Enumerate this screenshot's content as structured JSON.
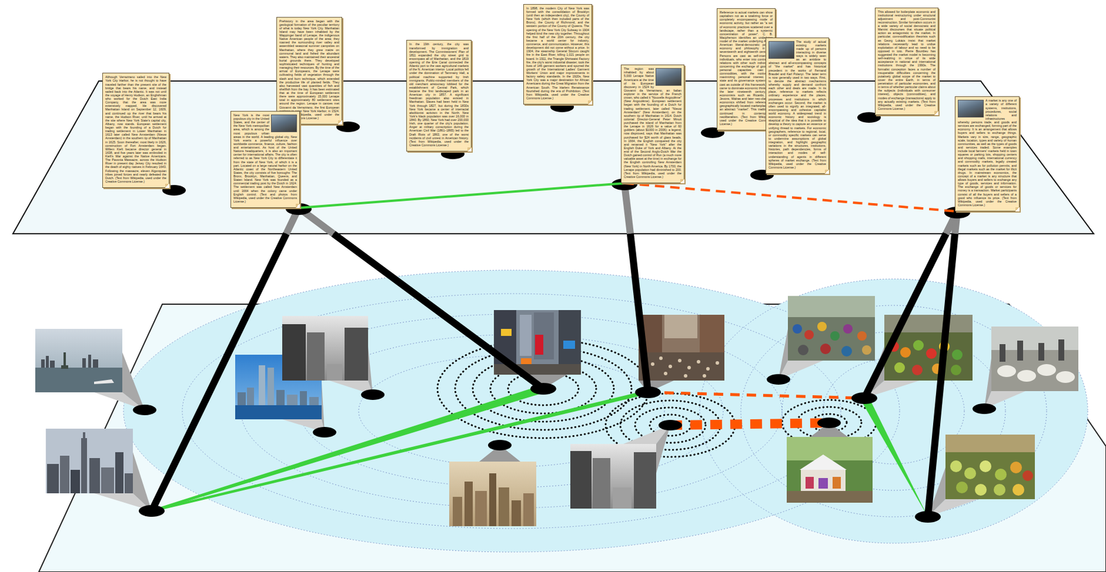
{
  "diagram": {
    "nodes": [
      {
        "text": [
          "Although Verrazzano sailed into the New York City Harbor, he is not thought to have traveled farther than the present site of the bridge that bears his name, and instead sailed back into the Atlantic. It was not until the voyage of Henry Hudson, an Englishman who worked for the Dutch East India Company, that the area was more extensively mapped. He discovered Manhattan Island on September 12, 1609, and continued up the river that bears his name, the Hudson River, until he arrived at the site where New York State's capital city, Albany, now stands. European settlement began with the founding of a Dutch fur trading settlement in Lower Manhattan in 1613 later called New Amsterdam (Nieuw Amsterdam) in the southern tip of Manhattan in 1625. Soon thereafter, most likely in 1626, construction of Fort Amsterdam began. Willem Kieft became director general in 1638, and five years later was embroiled in Kieft's War against the Native Americans. The Pavonia Massacre, across the Hudson River in present day Jersey City resulted in the death of eighty natives in February 1643. Following the massacre, eleven Algonquian tribes joined forces and nearly defeated the Dutch. (Text from Wikipedia, used under the Creative Commons License.)"
        ]
      },
      {
        "text": [
          "New York is the most populous city in the United States, and the center of the New York metropolitan area, which is among the most populous urban areas in the world. A leading global city, New York exerts a powerful influence over worldwide commerce, finance, culture, fashion and entertainment. As host of the United Nations headquarters, it is also an important center for international affairs. The city is often referred to as New York City to differentiate it from the state of New York, of which it is a part. Located on a large natural harbor on the Atlantic coast of the Northeastern United States, the city consists of five boroughs: The Bronx, Brooklyn, Manhattan, Queens, and Staten Island. New York was founded as a commercial trading post by the Dutch in 1624. The settlement was called New Amsterdam until 1664 when the colony came under English control. (Text and photos from Wikipedia, used under the Creative Commons License.)"
        ]
      },
      {
        "text": [
          "Prehistory in the area began with the geological formation of the peculiar territory of what is today New York City. Manhattan Island may have been inhabited by the Wappinger band of Lenape, the indigenous Native American people of the area; they roamed the surrounding river valley and assembled seasonal summer campsites on Manhattan, where they grew maize on communal land and fished the abundant waters. They also maintained their ancestral burial grounds there. They developed sophisticated techniques of hunting and managing their resources. By the time of the arrival of Europeans, the Lenape were cultivating fields of vegetation through the slash and burn technique, which extended the productive life of planted fields. They also harvested vast quantities of fish and shellfish from the bay. It has been estimated that at the time of European settlement there were approximately 15,000 Lenape total in approximately 80 settlement sites around the region. Lenape in canoes met Giovanni da Verrazzano, the first European explorer to enter New York Harbor, in 1524. (Text from Wikipedia, used under the Creative Commons License.)"
        ]
      },
      {
        "text": [
          "In the 19th century, the city was transformed by immigration and development. The Commissioners' Plan of 1811 expanded the city street grid to encompass all of Manhattan, and the 1819 opening of the Erie Canal connected the Atlantic port to the vast agricultural markets of the N. American interior. Local politics fell under the domination of Tammany Hall, a political machine supported by Irish immigrants. Public-minded members of the old merchant aristocracy lobbied for the establishment of Central Park, which became the first landscaped park in an American city in 1857. A significant freedman population also existed in Manhattan. Slaves had been held in New York through 1827, but during the 1830s New York became a center of interracial abolitionist activism in the North. New York's black population was over 16,000 in 1840. By 1860, New York had over 200,000 Irish, one quarter of the city's population. Anger at military conscription during the American Civil War (1861–1865) led to the Draft Riots of 1863, one of the worst incidents of civil unrest in American history. (Text from Wikipedia, used under the Creative Commons License.)"
        ]
      },
      {
        "text": [
          "In 1898, the modern City of New York was formed with the consolidation of Brooklyn (until then an independent city), the County of New York (which then included parts of the Bronx), the County of Richmond, and the western portion of the County of Queens. The opening of the New York City Subway in 1904 helped bind the new city together. Throughout the first half of the 20th century, the city became a world center for industry, commerce, and communication. However, this development did not come without a price. In 1904, the steamship General Slocum caught fire in the East River, killing 1,021 people on board. In 1911, the Triangle Shirtwaist Factory fire, the city's worst industrial disaster, took the lives of 146 garment workers and spurred the growth of the International Ladies' Garment Workers' Union and major improvements in factory safety standards. In the 1920s, New York City was a major destination for African Americans during the Great Migration from the American South. The Harlem Renaissance flourished during the era of Prohibition. (Text from Wikipedia, used under the Creative Commons License.)"
        ]
      },
      {
        "text": [
          "The region was inhabited by about 5,000 Lenape Native Americans at the time of its European discovery in 1524 by Giovanni da Verrazzano, an Italian explorer in the service of the French crown, who called it \"Nouvelle Angoulême\" (New Angoulême). European settlement began with the founding of a Dutch fur trading settlement, later called \"Nieuw Amsterdam\" (New Amsterdam), on the southern tip of Manhattan in 1614. Dutch colonial Director-General Peter Minuit purchased the island of Manhattan from the Lenape in 1626 for a value of 60 guilders (about $1000 in 2006); a legend, now disproved, says that Manhattan was purchased for $24 worth of glass beads. In 1664, the English conquered the city and renamed it \"New York\" after the English Duke of York and Albany. At the end of the Second Anglo-Dutch War the Dutch gained control of Run (a much more valuable asset at the time) in exchange for the English controlling New Amsterdam (New York) in North America. By 1700, the Lenape population had diminished to 200. (Text from Wikipedia, used under the Creative Commons License.)"
        ]
      },
      {
        "text": [
          "Reference to actual markets can show capitalism not as a totalizing force or completely encompassing mode of economic activity, but rather as \"a set of economic practices scattered over a landscape, rather than a systemic concentration of power\". C. B. Macpherson identifies an underlying model of the market underlying Anglo-American liberal-democratic political economy and philosophy in the seventeenth and eighteenth centuries: Persons are cast as self-interested individuals, who enter into contractual relations with other such individuals, concerning the exchange of goods or personal capacities cast as commodities, with the motive of maximizing personal interest. The state and its governance systems are cast as outside of this framework. This came to dominate economic thinking in the later nineteenth century, as economists such as Ricardo, Mill, Jevons, Walras and later neo-classical economics shifted from reference to geographically located marketplaces to an abstract \"market\". This tradition is continued in contemporary neoliberalism. (Text from Wikipedia, used under the Creative Commons License.)"
        ]
      },
      {
        "text": [
          "The study of actual existing markets made up of persons interacting in diverse ways is widely seen as an antidote to abstract and all-encompassing concepts of \"the market\" and has historical precedent in the works of Fernand Braudel and Karl Polanyi. The latter term is now generally used in two ways. First, to denote the abstract mechanisms whereby supply and demand confront each other and deals are made. In its place, reference to markets reflects ordinary experience and the places, processes and institutions in which exchanges occur. Second, the market is often used to signify an integrated, all-encompassing and cohesive capitalist world economy. A widespread trend in economic history and sociology is skeptical of the idea that it is possible to develop a theory to capture an essence or unifying thread to markets. For economic geographers, reference to regional, local, or commodity specific markets can serve to undermine assumptions of global integration, and highlight geographic variations in the structures, institutions, histories, path dependencies, forms of interaction and modes of self-understanding of agents in different spheres of market exchange. (Text from Wikipedia, used under the Creative Commons License.)"
        ]
      },
      {
        "text": [
          "This allowed for boilerplate economic and institutional restructuring under structural adjustment and post-Communist reconstruction. Similar formalism occurs in a wide variety of social democratic and Marxist discourses that situate political action as antagonistic to the market. In particular, commodification theorists such as Georg Lukács insist that market relations necessarily lead to undue exploitation of labour and so need to be opposed in toto. Pierre Bourdieu has suggested the market model is becoming self-realizing in virtue of its wide acceptance in national and international institutions through the 1990s. The formalist conception faces a number of insuperable difficulties concerning the putatively global scope of the market to cover the entire Earth, in terms of penetration of particular economies, and in terms of whether particular claims about the subjects (individuals with consumer interest), objects (commodities), and modes of exchange (transactions) apply to any actually existing markets. (Text from Wikipedia, used under the Creative Commons License.)"
        ]
      },
      {
        "text": [
          "A market is any one of a variety of different systems, institutions, procedures, social relations and infrastructures whereby persons trade, and goods and services are exchanged, forming part of the economy. It is an arrangement that allows buyers and sellers to exchange things. Markets vary in size, range, geographic scale, location, types and variety of human communities, as well as the types of goods and services traded. Some examples include local farmers' markets held in town squares or parking lots, shopping centers and shopping malls, international currency and commodity markets, legally created markets such as for pollution permits, and illegal markets such as the market for illicit drugs. In mainstream economics, the concept of a market is any structure that allows buyers and sellers to exchange any type of goods, services and information. The exchange of goods or services for money is a transaction. Market participants consist of all the buyers and sellers of a good who influence its price. (Text from Wikipedia, used under the Creative Commons License.)"
        ]
      }
    ],
    "edges": [
      {
        "from": 1,
        "to": 5,
        "arrow": "none"
      },
      {
        "from": 5,
        "to": 9,
        "arrow": "none"
      }
    ]
  }
}
